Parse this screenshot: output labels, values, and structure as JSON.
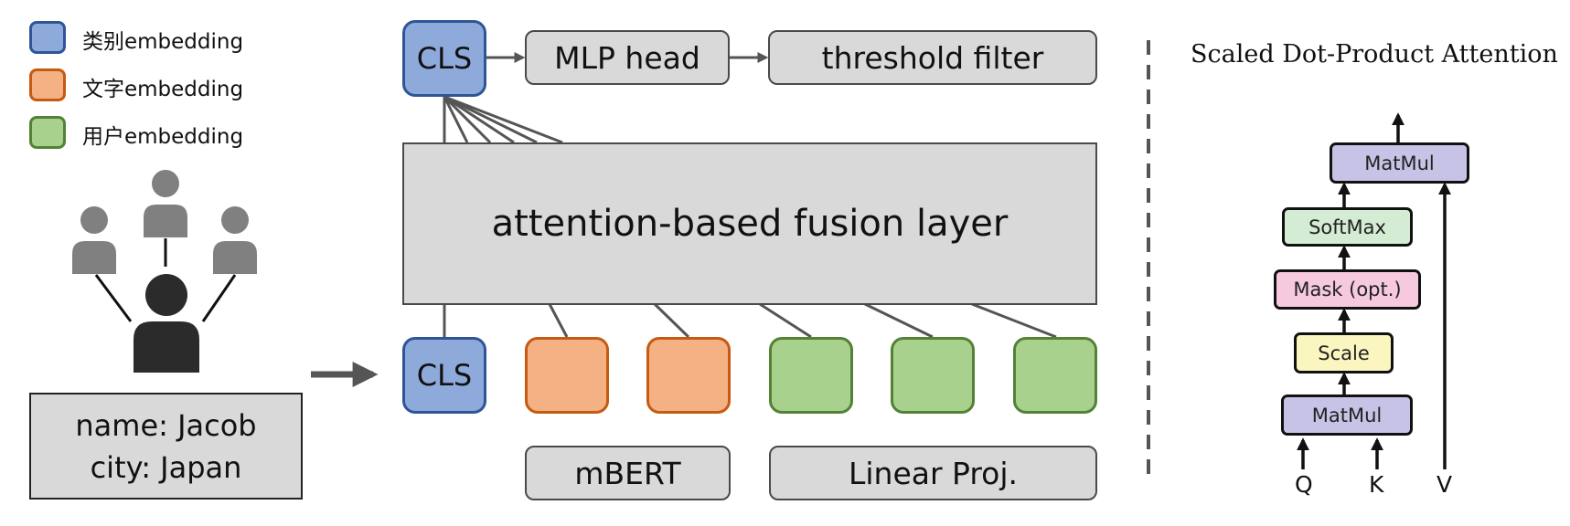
{
  "legend": [
    {
      "label": "类别embedding",
      "fill": "#8eaadb",
      "stroke": "#2f5597"
    },
    {
      "label": "文字embedding",
      "fill": "#f4b183",
      "stroke": "#c55a11"
    },
    {
      "label": "用户embedding",
      "fill": "#a9d18e",
      "stroke": "#538135"
    }
  ],
  "profile": {
    "line1": "name: Jacob",
    "line2": "city: Japan"
  },
  "model": {
    "cls_top": "CLS",
    "cls_bottom": "CLS",
    "mlp_head": "MLP head",
    "threshold_filter": "threshold filter",
    "fusion_layer": "attention-based fusion layer",
    "mbert": "mBERT",
    "linear_proj": "Linear Proj."
  },
  "attention": {
    "title": "Scaled Dot-Product Attention",
    "blocks": [
      {
        "label": "MatMul",
        "color": "#c7c3e6"
      },
      {
        "label": "SoftMax",
        "color": "#d3ecd3"
      },
      {
        "label": "Mask (opt.)",
        "color": "#f6c9de"
      },
      {
        "label": "Scale",
        "color": "#fbf5bf"
      },
      {
        "label": "MatMul",
        "color": "#c7c3e6"
      }
    ],
    "inputs": [
      "Q",
      "K",
      "V"
    ]
  }
}
